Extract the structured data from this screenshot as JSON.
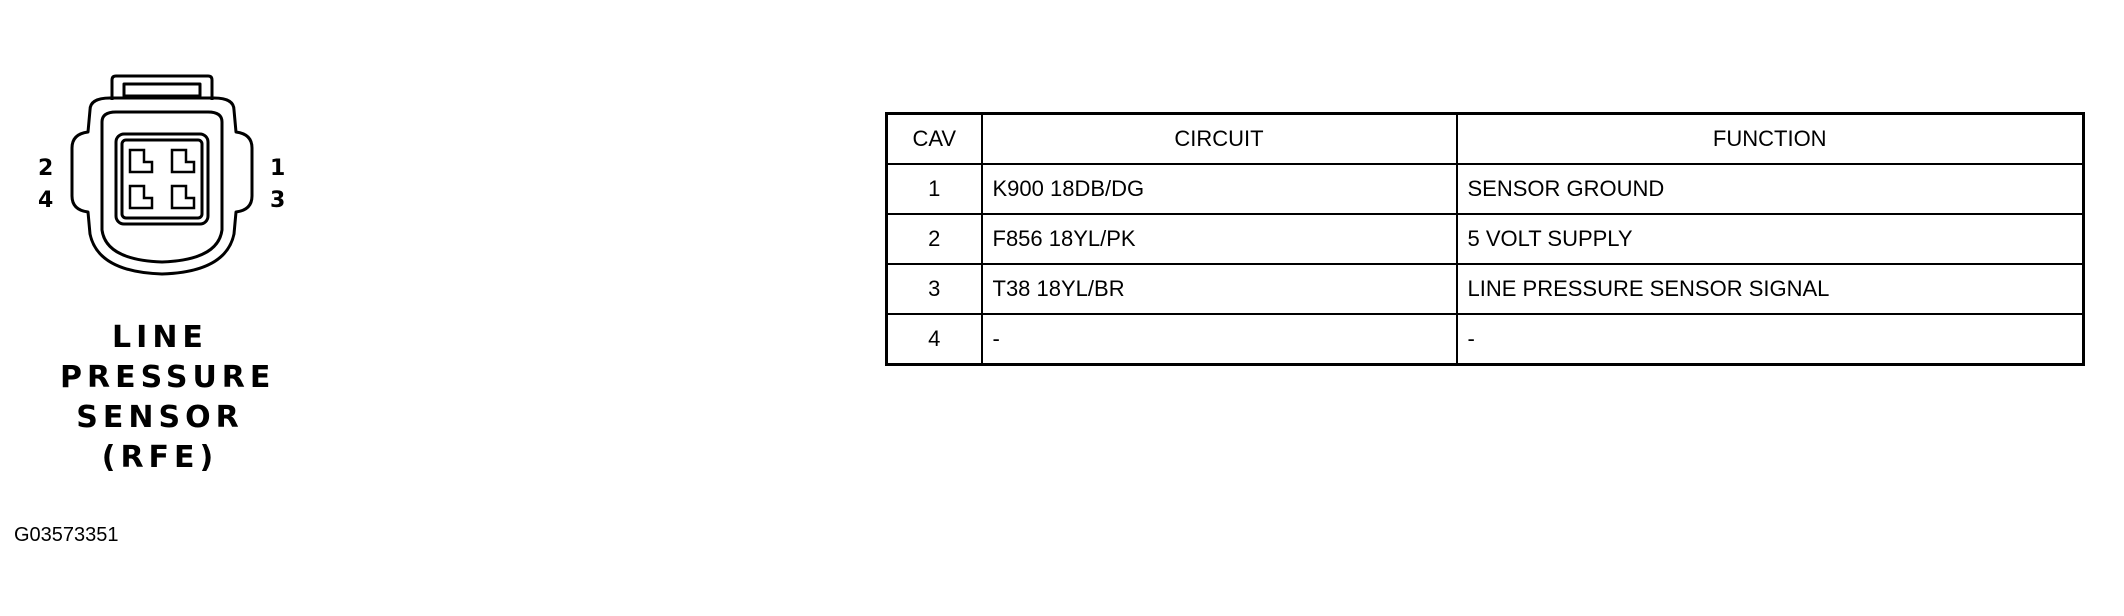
{
  "connector": {
    "pins_left": [
      "2",
      "4"
    ],
    "pins_right": [
      "1",
      "3"
    ]
  },
  "title_lines": [
    "LINE",
    "PRESSURE",
    "SENSOR",
    "(RFE)"
  ],
  "figure_id": "G03573351",
  "table": {
    "headers": [
      "CAV",
      "CIRCUIT",
      "FUNCTION"
    ],
    "rows": [
      {
        "cav": "1",
        "circuit": "K900 18DB/DG",
        "function": "SENSOR GROUND"
      },
      {
        "cav": "2",
        "circuit": "F856 18YL/PK",
        "function": "5 VOLT SUPPLY"
      },
      {
        "cav": "3",
        "circuit": "T38 18YL/BR",
        "function": "LINE PRESSURE SENSOR SIGNAL"
      },
      {
        "cav": "4",
        "circuit": "-",
        "function": "-"
      }
    ]
  }
}
